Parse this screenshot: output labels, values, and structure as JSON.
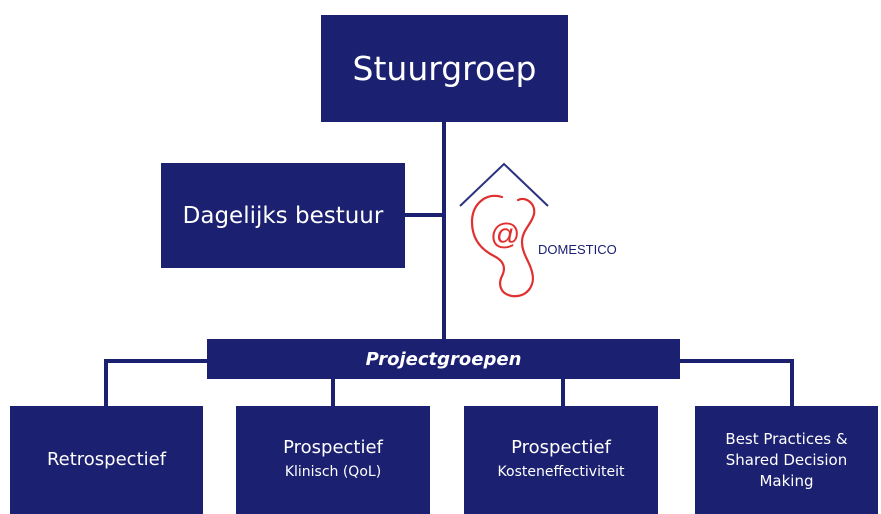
{
  "org": {
    "top": "Stuurgroep",
    "side": "Dagelijks bestuur",
    "middle": "Projectgroepen",
    "groups": [
      {
        "title": "Retrospectief"
      },
      {
        "title": "Prospectief",
        "subtitle": "Klinisch (QoL)"
      },
      {
        "title": "Prospectief",
        "subtitle": "Kosteneffectiviteit"
      },
      {
        "lines": [
          "Best Practices &",
          "Shared Decision",
          "Making"
        ]
      }
    ]
  },
  "logo": {
    "text": "DOMESTICO",
    "at_symbol": "@",
    "colors": {
      "roof": "#2c3380",
      "figure": "#e03030",
      "text": "#1b2070"
    }
  },
  "colors": {
    "box": "#1b2070",
    "text": "#ffffff",
    "background": "#ffffff"
  }
}
